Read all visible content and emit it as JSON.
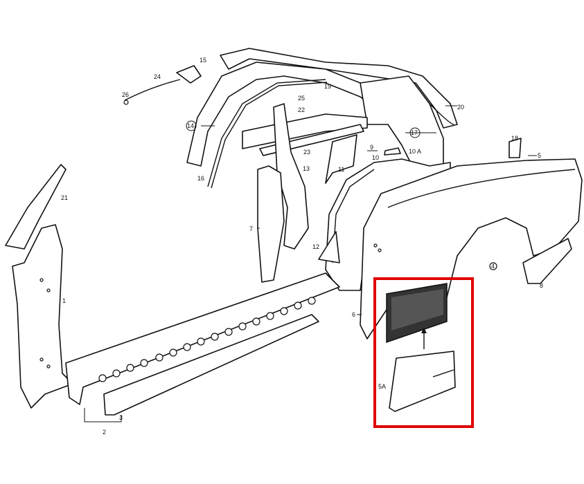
{
  "diagram": {
    "title": "Body side panels exploded view",
    "labels": {
      "p1": "1",
      "p2": "2",
      "p3": "3",
      "p4": "4",
      "p5": "5",
      "p5a": "5A",
      "p6": "6",
      "p7": "7",
      "p8": "8",
      "p9": "9",
      "p10": "10",
      "p10a": "10 A",
      "p11": "11",
      "p12": "12",
      "p13": "13",
      "p14": "14",
      "p15": "15",
      "p16": "16",
      "p17": "17",
      "p18": "18",
      "p19": "19",
      "p20": "20",
      "p21": "21",
      "p22": "22",
      "p23": "23",
      "p24": "24",
      "p25": "25",
      "p26": "26"
    },
    "highlight_color": "#e00000"
  }
}
